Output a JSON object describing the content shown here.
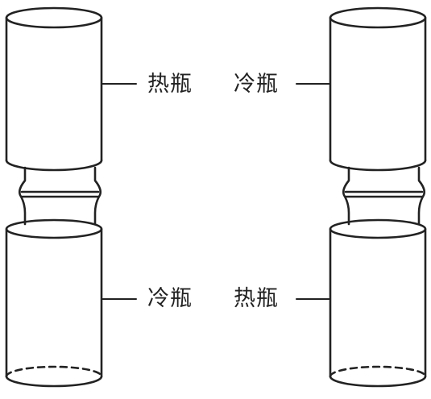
{
  "labels": {
    "left_top": "热瓶",
    "right_top": "冷瓶",
    "left_bottom": "冷瓶",
    "right_bottom": "热瓶"
  },
  "colors": {
    "stroke": "#222222",
    "background": "#ffffff"
  }
}
